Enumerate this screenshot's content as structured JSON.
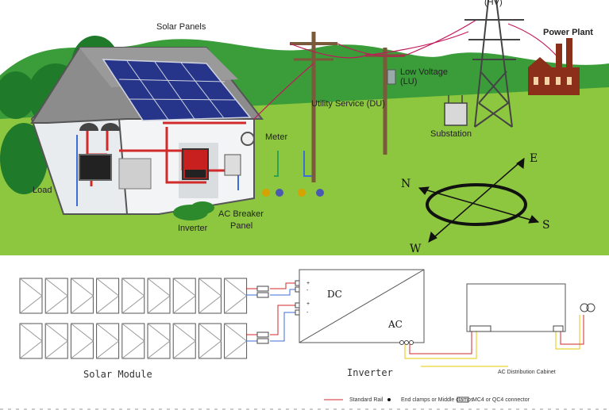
{
  "scene": {
    "labels": {
      "hv": "(HV)",
      "solar_panels": "Solar Panels",
      "power_plant": "Power Plant",
      "low_voltage_1": "Low Voltage",
      "low_voltage_2": "(LU)",
      "utility_service": "Utility Service (DU)",
      "substation": "Substation",
      "meter": "Meter",
      "load": "Load",
      "inverter": "Inverter",
      "ac_breaker_1": "AC Breaker",
      "ac_breaker_2": "Panel"
    },
    "compass": {
      "n": "N",
      "e": "E",
      "s": "S",
      "w": "W"
    }
  },
  "schematic": {
    "dc": "DC",
    "ac": "AC",
    "solar_module": "Solar Module",
    "inverter": "Inverter",
    "ac_cabinet": "AC Distribution Cabinet",
    "legend": {
      "standard_rail": "Standard Rail",
      "clamps": "End clamps or Middle clamps",
      "connector": "MC4 or QC4 connector"
    },
    "polarity": [
      "+",
      "-",
      "+",
      "-"
    ]
  },
  "colors": {
    "sky": "#ffffff",
    "grass": "#8dc63f",
    "hills": "#3a9d3a",
    "trees": "#1f7a2a",
    "house": "#e9ecef",
    "roof": "#8c8c8c",
    "panel": "#26358a",
    "wire_red": "#d22a2a",
    "wire_blue": "#3b6fd6",
    "wire_yellow": "#e6c800",
    "factory": "#8b2e1a"
  }
}
